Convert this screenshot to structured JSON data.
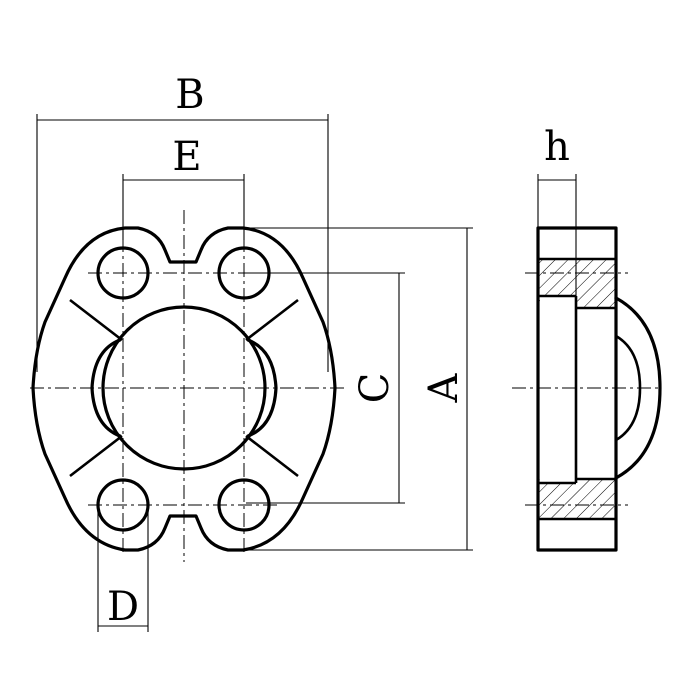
{
  "labels": {
    "A": "A",
    "B": "B",
    "C": "C",
    "D": "D",
    "E": "E",
    "h": "h"
  }
}
